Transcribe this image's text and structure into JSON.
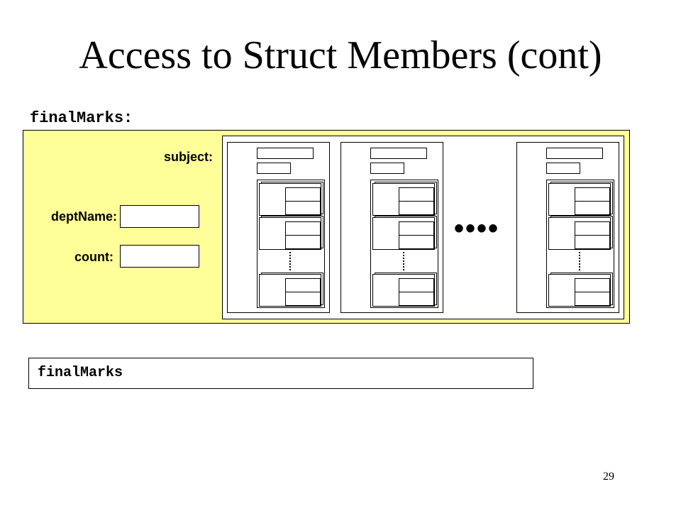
{
  "slide": {
    "title": "Access to Struct Members (cont)",
    "variable_label": "finalMarks:",
    "fields": {
      "subject_label": "subject:",
      "deptName_label": "deptName:",
      "count_label": "count:"
    },
    "ellipsis": "••••",
    "expression": "finalMarks",
    "page_number": "29"
  },
  "colors": {
    "struct_fill": "#ffff99",
    "stroke": "#000000"
  }
}
